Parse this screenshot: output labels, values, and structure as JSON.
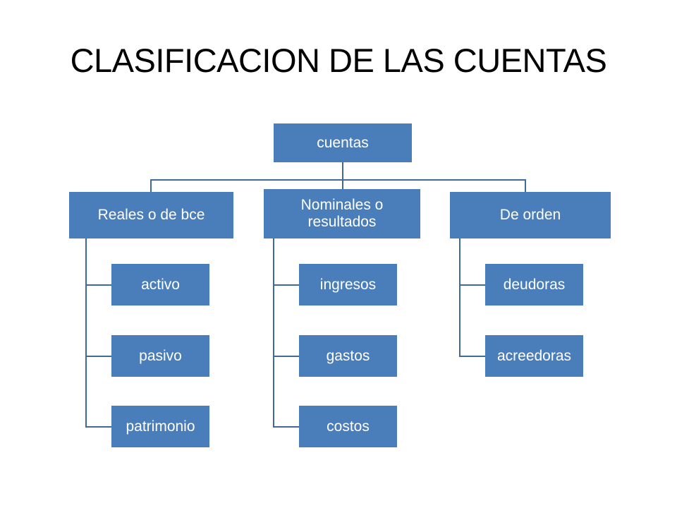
{
  "slide": {
    "title": "CLASIFICACION DE LAS CUENTAS",
    "background_color": "#ffffff",
    "title_color": "#000000"
  },
  "theme": {
    "node_fill": "#4a7ebb",
    "node_text_color": "#ffffff",
    "connector_color": "#41699c"
  },
  "chart_data": {
    "type": "diagram",
    "subtype": "organization-chart",
    "title": "CLASIFICACION DE LAS CUENTAS",
    "root": "cuentas",
    "nodes": [
      {
        "id": "cuentas",
        "label": "cuentas",
        "level": 0,
        "parent": null
      },
      {
        "id": "reales",
        "label": "Reales o de bce",
        "level": 1,
        "parent": "cuentas"
      },
      {
        "id": "nominales",
        "label": "Nominales o resultados",
        "level": 1,
        "parent": "cuentas"
      },
      {
        "id": "deorden",
        "label": "De orden",
        "level": 1,
        "parent": "cuentas"
      },
      {
        "id": "activo",
        "label": "activo",
        "level": 2,
        "parent": "reales"
      },
      {
        "id": "pasivo",
        "label": "pasivo",
        "level": 2,
        "parent": "reales"
      },
      {
        "id": "patrimonio",
        "label": "patrimonio",
        "level": 2,
        "parent": "reales"
      },
      {
        "id": "ingresos",
        "label": "ingresos",
        "level": 2,
        "parent": "nominales"
      },
      {
        "id": "gastos",
        "label": "gastos",
        "level": 2,
        "parent": "nominales"
      },
      {
        "id": "costos",
        "label": "costos",
        "level": 2,
        "parent": "nominales"
      },
      {
        "id": "deudoras",
        "label": "deudoras",
        "level": 2,
        "parent": "deorden"
      },
      {
        "id": "acreedoras",
        "label": "acreedoras",
        "level": 2,
        "parent": "deorden"
      }
    ],
    "branches": [
      {
        "parent": "Reales o de bce",
        "children": [
          "activo",
          "pasivo",
          "patrimonio"
        ]
      },
      {
        "parent": "Nominales o resultados",
        "children": [
          "ingresos",
          "gastos",
          "costos"
        ]
      },
      {
        "parent": "De orden",
        "children": [
          "deudoras",
          "acreedoras"
        ]
      }
    ]
  },
  "nodes": {
    "cuentas": "cuentas",
    "reales": "Reales o de bce",
    "nominales_line1": "Nominales o",
    "nominales_line2": "resultados",
    "deorden": "De orden",
    "activo": "activo",
    "pasivo": "pasivo",
    "patrimonio": "patrimonio",
    "ingresos": "ingresos",
    "gastos": "gastos",
    "costos": "costos",
    "deudoras": "deudoras",
    "acreedoras": "acreedoras"
  }
}
